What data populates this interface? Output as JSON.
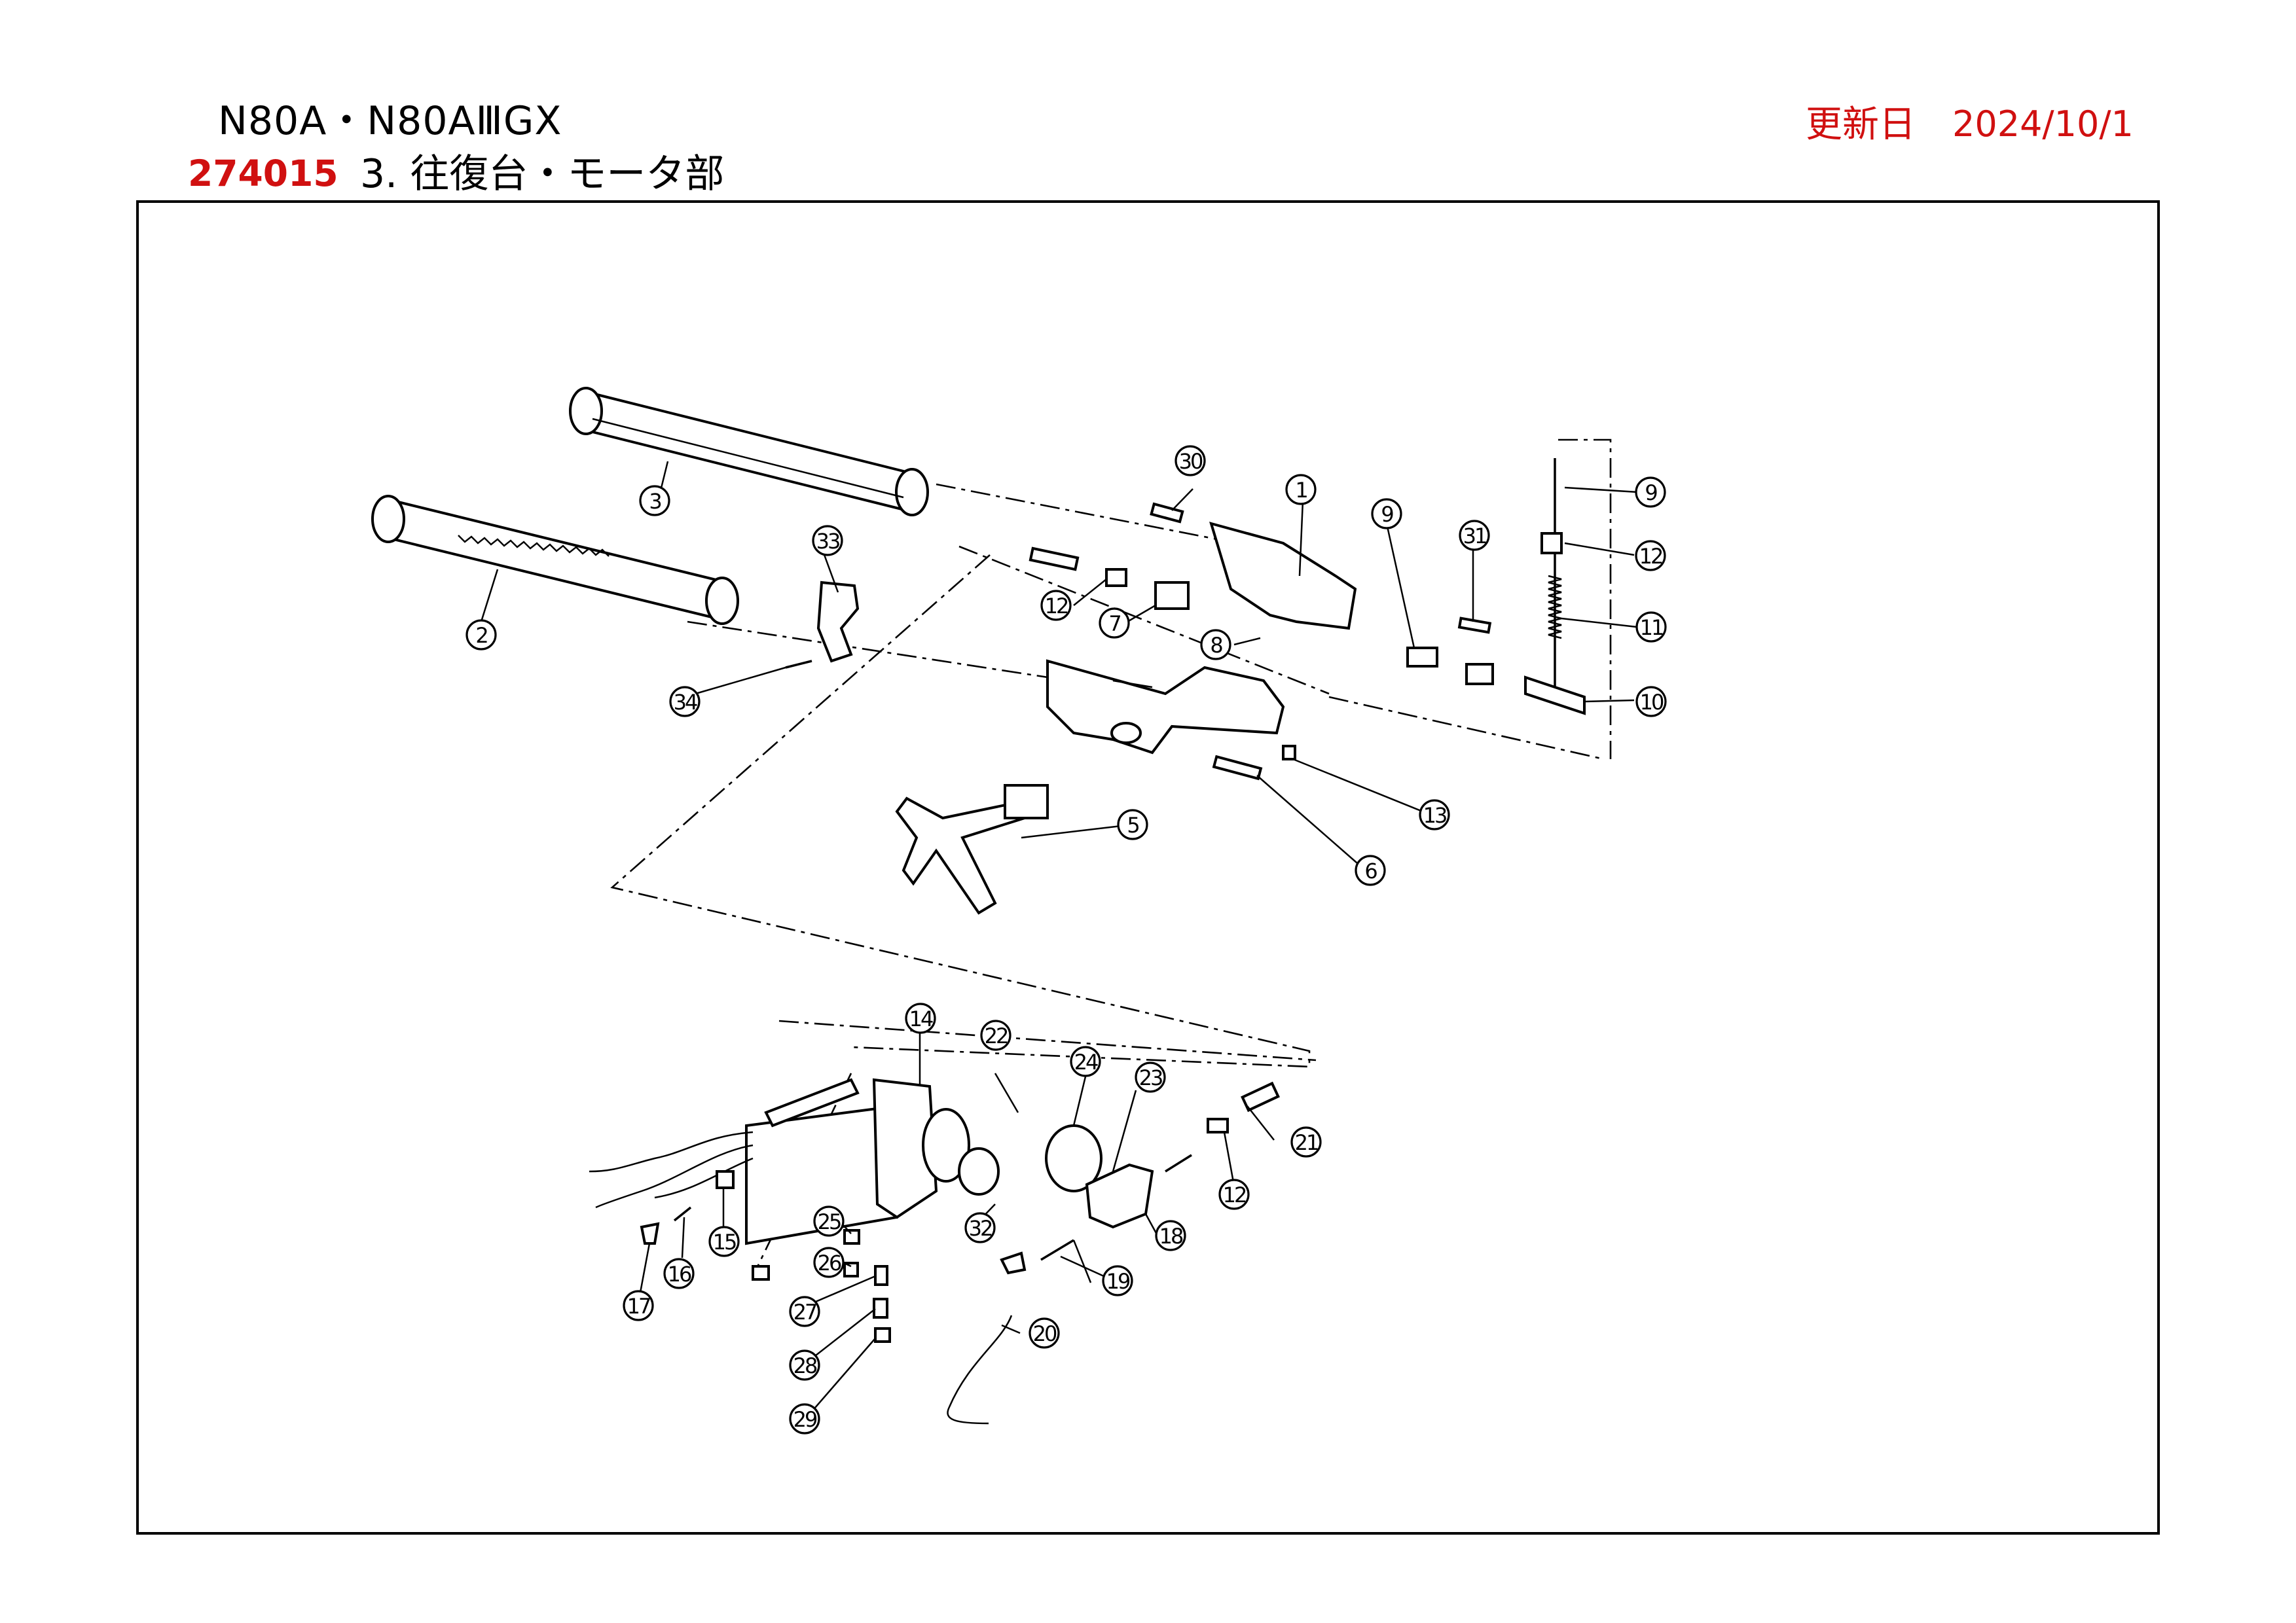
{
  "header": {
    "model": "N80A・N80AⅢGX",
    "part_code": "274015",
    "section_title": "3. 往復台・モータ部",
    "updated_label": "更新日",
    "updated_date": "2024/10/1"
  },
  "diagram": {
    "callouts": [
      "1",
      "2",
      "3",
      "5",
      "6",
      "7",
      "8",
      "9",
      "9",
      "10",
      "11",
      "12",
      "12",
      "12",
      "13",
      "14",
      "15",
      "16",
      "17",
      "18",
      "19",
      "20",
      "21",
      "22",
      "23",
      "24",
      "25",
      "26",
      "27",
      "28",
      "29",
      "30",
      "31",
      "32",
      "33",
      "34"
    ]
  },
  "colors": {
    "accent_red": "#d01010",
    "ink": "#000000"
  }
}
